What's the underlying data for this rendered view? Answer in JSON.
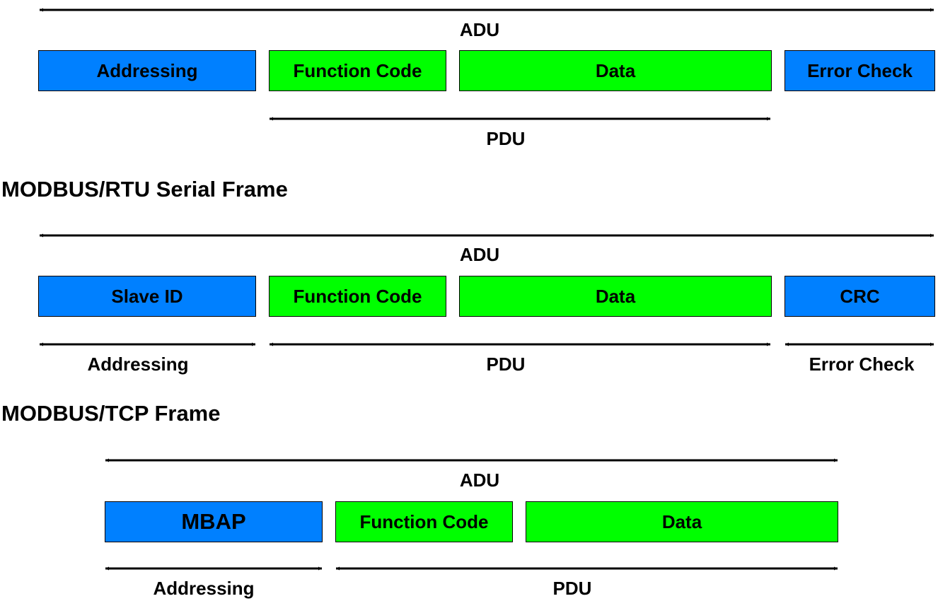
{
  "section1": {
    "adu_label": "ADU",
    "blocks": [
      "Addressing",
      "Function Code",
      "Data",
      "Error Check"
    ],
    "pdu_label": "PDU"
  },
  "section2": {
    "heading": "MODBUS/RTU Serial Frame",
    "adu_label": "ADU",
    "blocks": [
      "Slave ID",
      "Function Code",
      "Data",
      "CRC"
    ],
    "bottom_labels": [
      "Addressing",
      "PDU",
      "Error Check"
    ]
  },
  "section3": {
    "heading": "MODBUS/TCP Frame",
    "adu_label": "ADU",
    "blocks": [
      "MBAP",
      "Function Code",
      "Data"
    ],
    "bottom_labels": [
      "Addressing",
      "PDU"
    ]
  },
  "colors": {
    "addressing": "#0080ff",
    "pdu": "#00ff00",
    "line": "#000000"
  }
}
